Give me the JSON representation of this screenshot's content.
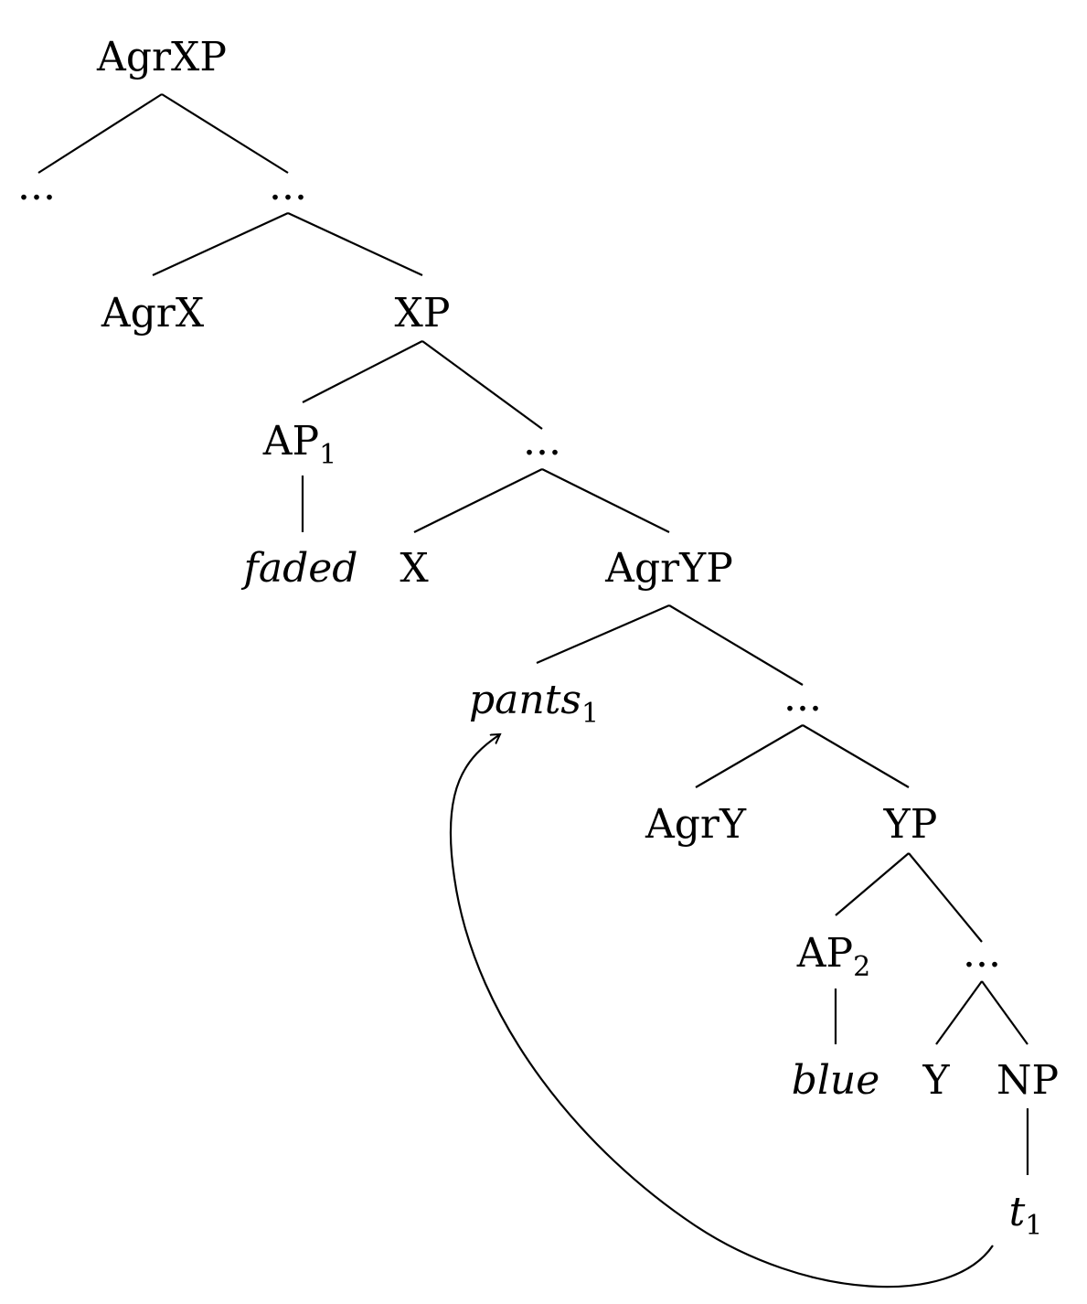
{
  "nodes": {
    "agrxp": "AgrXP",
    "dots_l1": "...",
    "dots_r1": "...",
    "agrx": "AgrX",
    "xp": "XP",
    "ap1": {
      "text": "AP",
      "sub": "1"
    },
    "dots_xp": "...",
    "faded": "faded",
    "x": "X",
    "agryp": "AgrYP",
    "pants": {
      "text": "pants",
      "sub": "1"
    },
    "dots_agryp": "...",
    "agry": "AgrY",
    "yp": "YP",
    "ap2": {
      "text": "AP",
      "sub": "2"
    },
    "dots_yp": "...",
    "blue": "blue",
    "y": "Y",
    "np": "NP",
    "trace": {
      "text": "t",
      "sub": "1"
    }
  },
  "movement_arrow": {
    "from": "trace",
    "to": "pants"
  }
}
